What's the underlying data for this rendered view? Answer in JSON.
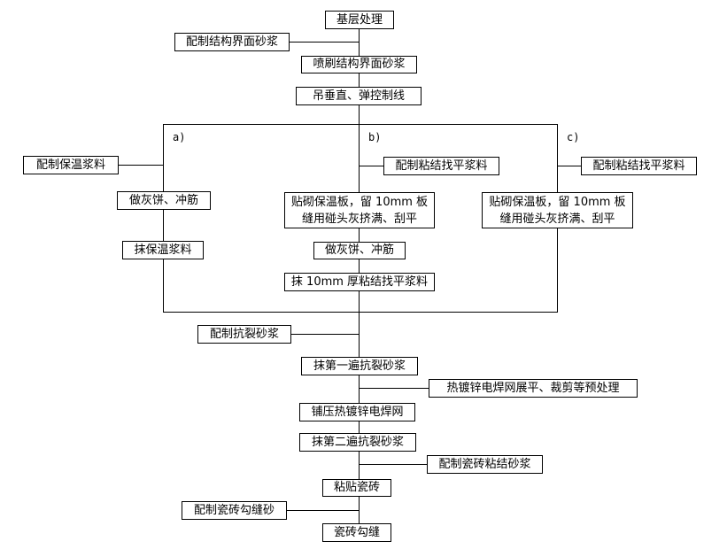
{
  "title": "外墙保温饰面砖施工工艺流程",
  "main_flow": {
    "base_treatment": "基层处理",
    "spray_interface": "喷刷结构界面砂浆",
    "plumb_lines": "吊垂直、弹控制线",
    "first_anticrack": "抹第一遍抗裂砂浆",
    "lay_mesh": "铺压热镀锌电焊网",
    "second_anticrack": "抹第二遍抗裂砂浆",
    "stick_tiles": "粘贴瓷砖",
    "tile_jointing": "瓷砖勾缝"
  },
  "side_inputs": {
    "prepare_interface": "配制结构界面砂浆",
    "prepare_anticrack": "配制抗裂砂浆",
    "mesh_pretreat": "热镀锌电焊网展平、裁剪等预处理",
    "prepare_tile_adhesive": "配制瓷砖粘结砂浆",
    "prepare_joint_sand": "配制瓷砖勾缝砂"
  },
  "options": {
    "a": {
      "label": "a)",
      "input": "配制保温浆料",
      "steps": [
        "做灰饼、冲筋",
        "抹保温浆料"
      ]
    },
    "b": {
      "label": "b)",
      "input": "配制粘结找平浆料",
      "board_line1": "贴砌保温板，留 10mm 板",
      "board_line2": "缝用碰头灰挤满、刮平",
      "steps": [
        "做灰饼、冲筋",
        "抹 10mm 厚粘结找平浆料"
      ]
    },
    "c": {
      "label": "c)",
      "input": "配制粘结找平浆料",
      "board_line1": "贴砌保温板，留 10mm 板",
      "board_line2": "缝用碰头灰挤满、刮平"
    }
  }
}
